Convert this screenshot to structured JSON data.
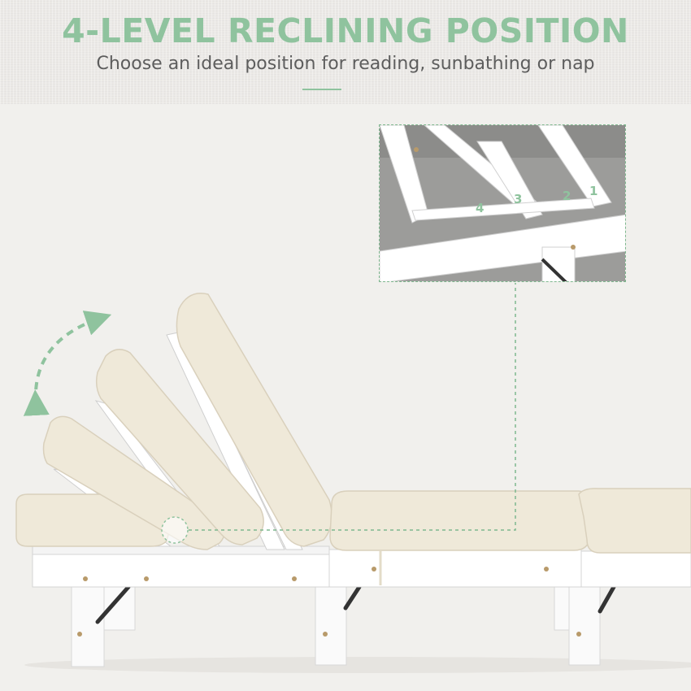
{
  "header": {
    "title": "4-LEVEL RECLINING POSITION",
    "subtitle": "Choose an ideal position for reading, sunbathing or nap"
  },
  "inset": {
    "position_marks": [
      "4",
      "3",
      "2",
      "1"
    ]
  },
  "colors": {
    "accent": "#8fc39e",
    "cushion": "#efe9d9",
    "frame": "#ffffff",
    "background": "#f1f0ed"
  }
}
